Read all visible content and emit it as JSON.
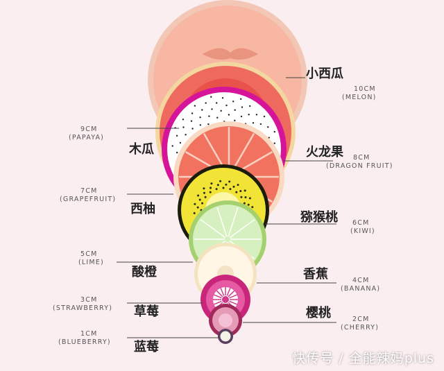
{
  "fruits": [
    {
      "cn": "小西瓜",
      "cm": "10CM",
      "en": "(MELON)"
    },
    {
      "cn": "木瓜",
      "cm": "9CM",
      "en": "(PAPAYA)"
    },
    {
      "cn": "火龙果",
      "cm": "8CM",
      "en": "(DRAGON FRUIT)"
    },
    {
      "cn": "西柚",
      "cm": "7CM",
      "en": "(GRAPEFRUIT)"
    },
    {
      "cn": "猕猴桃",
      "cm": "6CM",
      "en": "(KIWI)"
    },
    {
      "cn": "酸橙",
      "cm": "5CM",
      "en": "(LIME)"
    },
    {
      "cn": "香蕉",
      "cm": "4CM",
      "en": "(BANANA)"
    },
    {
      "cn": "草莓",
      "cm": "3CM",
      "en": "(STRAWBERRY)"
    },
    {
      "cn": "樱桃",
      "cm": "2CM",
      "en": "(CHERRY)"
    },
    {
      "cn": "蓝莓",
      "cm": "1CM",
      "en": "(BLUEBERRY)"
    }
  ],
  "watermark": "快传号 / 全能辣妈plus",
  "colors": {
    "background": "#fbeef0",
    "melon": "#f7b7a3",
    "papaya": "#ef6a5e",
    "dragon_fruit": "#d6149a",
    "grapefruit": "#f1735f",
    "kiwi": "#f1e436",
    "lime": "#d6f0bf",
    "banana": "#fff6e6",
    "strawberry": "#c8257b",
    "cherry": "#a12a5b",
    "blueberry": "#5b3e5f"
  }
}
